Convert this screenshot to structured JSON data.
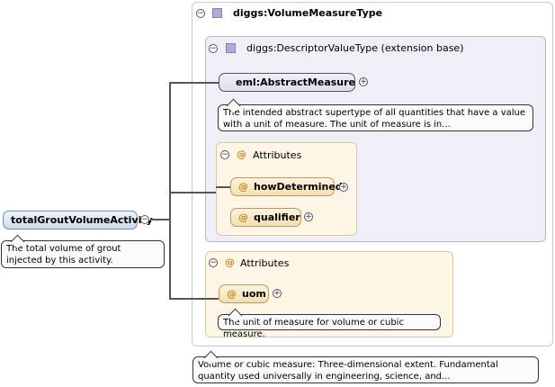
{
  "root_element": {
    "name": "totalGroutVolumeActivity",
    "doc": "The total volume of grout injected by this activity."
  },
  "type_box": {
    "title": "diggs:VolumeMeasureType",
    "doc": "Volume or cubic measure: Three-dimensional extent. Fundamental quantity used universally in engineering, science, and..."
  },
  "extension_box": {
    "title": "diggs:DescriptorValueType (extension base)"
  },
  "abstract_element": {
    "name": "eml:AbstractMeasure",
    "doc": "The intended abstract supertype of all quantities that have a value with a unit of measure. The unit of measure is in..."
  },
  "inner_attributes": {
    "title": "Attributes",
    "items": [
      {
        "name": "howDetermined"
      },
      {
        "name": "qualifier"
      }
    ]
  },
  "outer_attributes": {
    "title": "Attributes",
    "items": [
      {
        "name": "uom",
        "doc": "The unit of measure for volume or cubic measure."
      }
    ]
  },
  "symbols": {
    "collapse": "−",
    "expand": "+",
    "attribute": "@"
  },
  "colors": {
    "element_fill": "#cddbe9",
    "extension_fill": "#f0eef7",
    "attribute_fill": "#fdf6e6",
    "type_icon": "#b4a9d6"
  }
}
